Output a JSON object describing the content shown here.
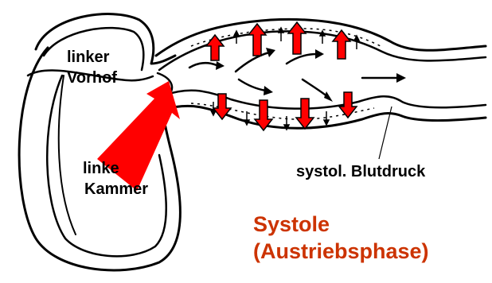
{
  "labels": {
    "atrium": [
      "linker",
      "Vorhof"
    ],
    "ventricle": [
      "linke",
      "Kammer"
    ],
    "pressure": "systol. Blutdruck",
    "phase": [
      "Systole",
      "(Austriebsphase)"
    ]
  },
  "colors": {
    "ink": "#000000",
    "arrow_red": "#ff0000",
    "phase_text": "#cc3300",
    "background": "#ffffff"
  }
}
